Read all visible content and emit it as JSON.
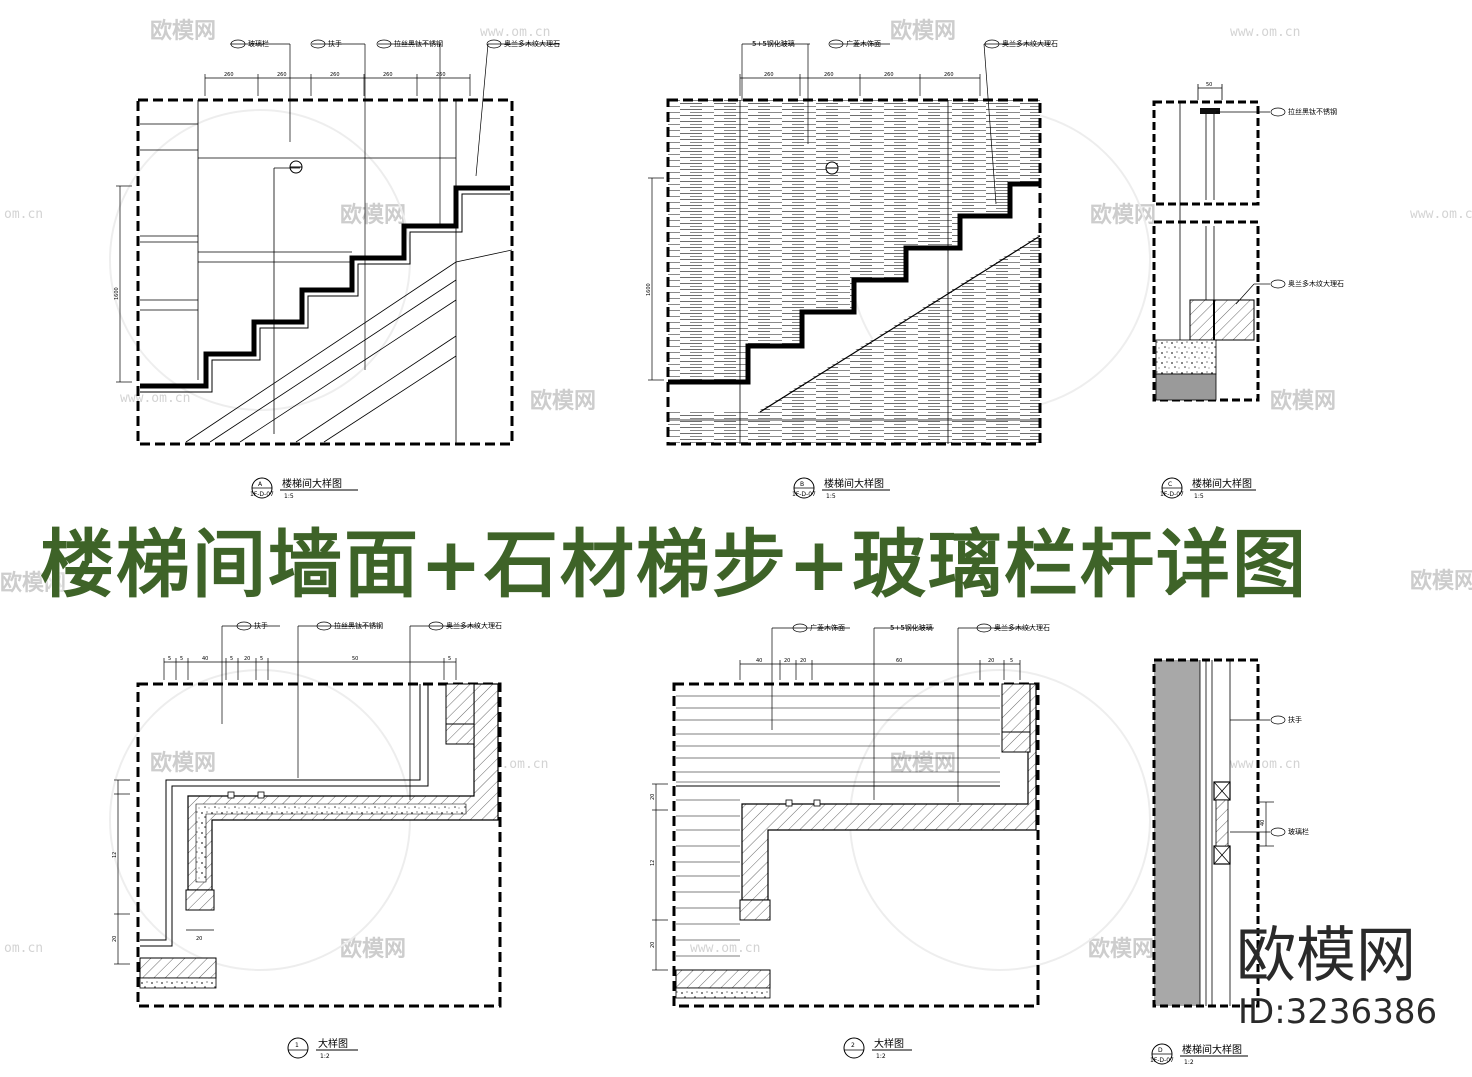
{
  "banner_title": "楼梯间墙面+石材梯步+玻璃栏杆详图",
  "brand": {
    "name": "欧模网",
    "id": "ID:3236386"
  },
  "watermark": {
    "logo": "欧模网",
    "url": "www.om.cn",
    "url_partial": "om.cn"
  },
  "colors": {
    "banner": "#3e6328",
    "hatch": "#cfcfcf",
    "stone": "#9a9a9a",
    "wall_grey": "#a8a8a8",
    "watermark": "#c8c8c8"
  },
  "panel_a": {
    "bubble_letter": "A",
    "bubble_ref": "1F-D-07",
    "title": "楼梯间大样图",
    "scale": "1:5",
    "top_dims": [
      "260",
      "260",
      "260",
      "260",
      "260"
    ],
    "side_dim": "1600",
    "callouts": [
      "玻璃栏",
      "扶手",
      "拉丝黑钛不锈钢",
      "奥兰多木纹大理石"
    ]
  },
  "panel_b": {
    "bubble_letter": "B",
    "bubble_ref": "1F-D-07",
    "title": "楼梯间大样图",
    "scale": "1:5",
    "top_dims": [
      "260",
      "260",
      "260",
      "260"
    ],
    "side_dim": "1600",
    "callouts": [
      "5+5钢化玻璃",
      "广菱木饰面",
      "奥兰多木纹大理石"
    ]
  },
  "panel_c": {
    "bubble_letter": "C",
    "bubble_ref": "1F-D-07",
    "title": "楼梯间大样图",
    "scale": "1:5",
    "top_dim": "50",
    "callouts": [
      "拉丝黑钛不锈钢",
      "奥兰多木纹大理石"
    ]
  },
  "panel_1": {
    "bubble_number": "1",
    "title": "大样图",
    "scale": "1:2",
    "top_dims": [
      "5",
      "5",
      "40",
      "5",
      "20",
      "5",
      "50",
      "5"
    ],
    "side_dims": [
      "12",
      "20"
    ],
    "inner_dim": "20",
    "callouts": [
      "扶手",
      "拉丝黑钛不锈钢",
      "奥兰多木纹大理石"
    ]
  },
  "panel_2": {
    "bubble_number": "2",
    "title": "大样图",
    "scale": "1:2",
    "top_dims": [
      "40",
      "20",
      "20",
      "60",
      "20",
      "5"
    ],
    "side_dims": [
      "20",
      "12",
      "20"
    ],
    "callouts": [
      "广菱木饰面",
      "5+5钢化玻璃",
      "奥兰多木纹大理石"
    ]
  },
  "panel_d": {
    "bubble_letter": "D",
    "bubble_ref": "1F-D-07",
    "title": "楼梯间大样图",
    "scale": "1:2",
    "side_dim": "40",
    "callouts": [
      "扶手",
      "玻璃栏"
    ]
  }
}
